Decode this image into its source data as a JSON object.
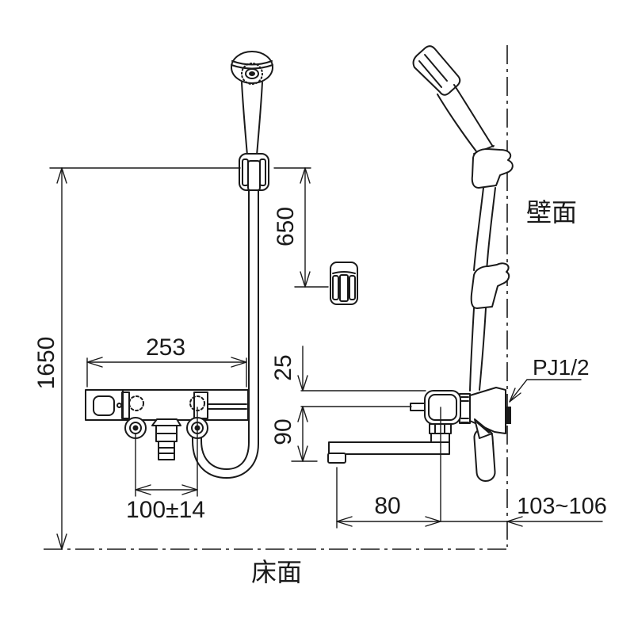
{
  "drawing": {
    "title_semantics": "thermostatic shower faucet installation dimension drawing",
    "dimensions": {
      "mount_height": "1650",
      "hanger_drop": "650",
      "body_width": "253",
      "top_to_center": "25",
      "center_to_spout": "90",
      "inlet_pitch": "100±14",
      "spout_reach": "80",
      "wall_to_center": "103~106"
    },
    "labels": {
      "thread_size": "PJ1/2",
      "wall_surface": "壁面",
      "floor_surface": "床面"
    },
    "colors": {
      "line": "#1a1a1a",
      "background": "#ffffff"
    }
  }
}
